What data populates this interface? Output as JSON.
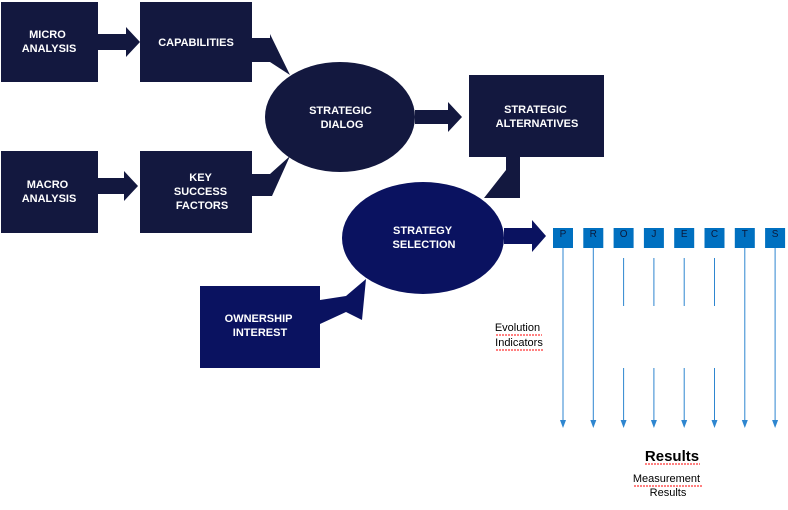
{
  "colors": {
    "box_dark": "#13183f",
    "box_mid": "#0a1260",
    "project_square": "#0070c0",
    "project_arrow": "#2e86d0",
    "text_light": "#ffffff"
  },
  "nodes": {
    "micro_analysis": [
      "MICRO",
      "ANALYSIS"
    ],
    "capabilities": [
      "CAPABILITIES"
    ],
    "macro_analysis": [
      "MACRO",
      "ANALYSIS"
    ],
    "key_success_factors": [
      "KEY",
      "SUCCESS",
      "FACTORS"
    ],
    "strategic_dialog": [
      "STRATEGIC",
      "DIALOG"
    ],
    "strategic_alternatives": [
      "STRATEGIC",
      "ALTERNATIVES"
    ],
    "strategy_selection": [
      "STRATEGY",
      "SELECTION"
    ],
    "ownership_interest": [
      "OWNERSHIP",
      "INTEREST"
    ]
  },
  "projects": [
    "P",
    "R",
    "O",
    "J",
    "E",
    "C",
    "T",
    "S"
  ],
  "evolution_indicators": [
    "Evolution",
    "Indicators"
  ],
  "results": {
    "title": "Results",
    "subtitle": [
      "Measurement",
      "Results"
    ]
  }
}
